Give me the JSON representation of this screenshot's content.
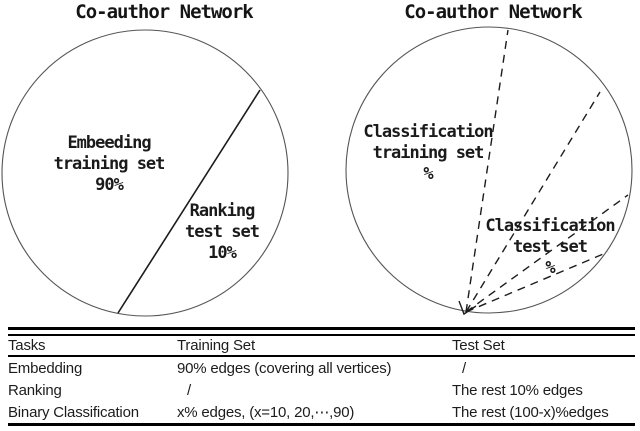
{
  "left_diagram": {
    "title": "Co-author Network",
    "training_slice": [
      "Embeeding",
      "training set",
      "90%"
    ],
    "test_slice": [
      "Ranking",
      "test set",
      "10%"
    ]
  },
  "right_diagram": {
    "title": "Co-author Network",
    "training_slice": [
      "Classification",
      "training set",
      "%"
    ],
    "test_slice": [
      "Classification",
      "test set",
      "%"
    ]
  },
  "table": {
    "columns": [
      "Tasks",
      "Training Set",
      "Test Set"
    ],
    "rows": [
      [
        "Embedding",
        "90% edges (covering all vertices)",
        "/"
      ],
      [
        "Ranking",
        "/",
        "The rest 10% edges"
      ],
      [
        "Binary Classification",
        "x% edges, (x=10, 20,⋯,90)",
        "The rest (100-x)%edges"
      ]
    ]
  },
  "colors": {
    "ink": "#1a1a1a",
    "circle_stroke": "#555555"
  }
}
